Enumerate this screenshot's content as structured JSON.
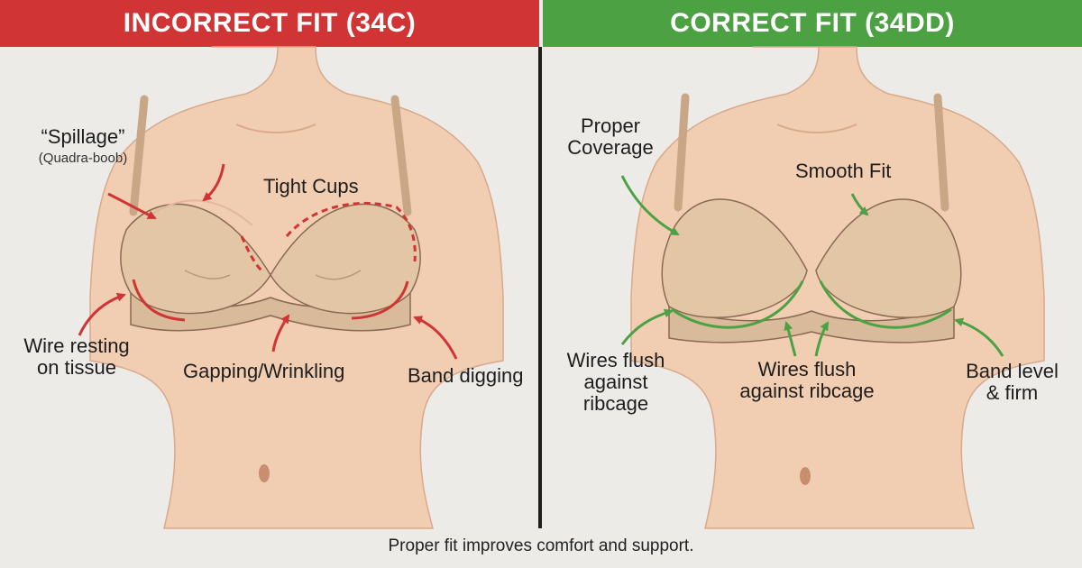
{
  "panels": {
    "left": {
      "title": "INCORRECT FIT (34C)",
      "color": "#d13434",
      "labels": {
        "spillage": "“Spillage”",
        "spillage_sub": "(Quadra-boob)",
        "tight_cups": "Tight Cups",
        "wire_resting_1": "Wire resting",
        "wire_resting_2": "on tissue",
        "gapping": "Gapping/Wrinkling",
        "band_digging": "Band digging"
      }
    },
    "right": {
      "title": "CORRECT FIT (34DD)",
      "color": "#4ca243",
      "labels": {
        "proper_1": "Proper",
        "proper_2": "Coverage",
        "smooth_fit": "Smooth Fit",
        "wires_left_1": "Wires flush",
        "wires_left_2": "against",
        "wires_left_3": "ribcage",
        "wires_center_1": "Wires flush",
        "wires_center_2": "against ribcage",
        "band_level_1": "Band level",
        "band_level_2": "& firm"
      }
    }
  },
  "footer": "Proper fit improves comfort and support.",
  "colors": {
    "skin": "#f1cdb2",
    "skin_shadow": "#d9a98b",
    "bra": "#e3c6a6",
    "bra_edge": "#8a6a52",
    "background": "#ecebe8"
  }
}
